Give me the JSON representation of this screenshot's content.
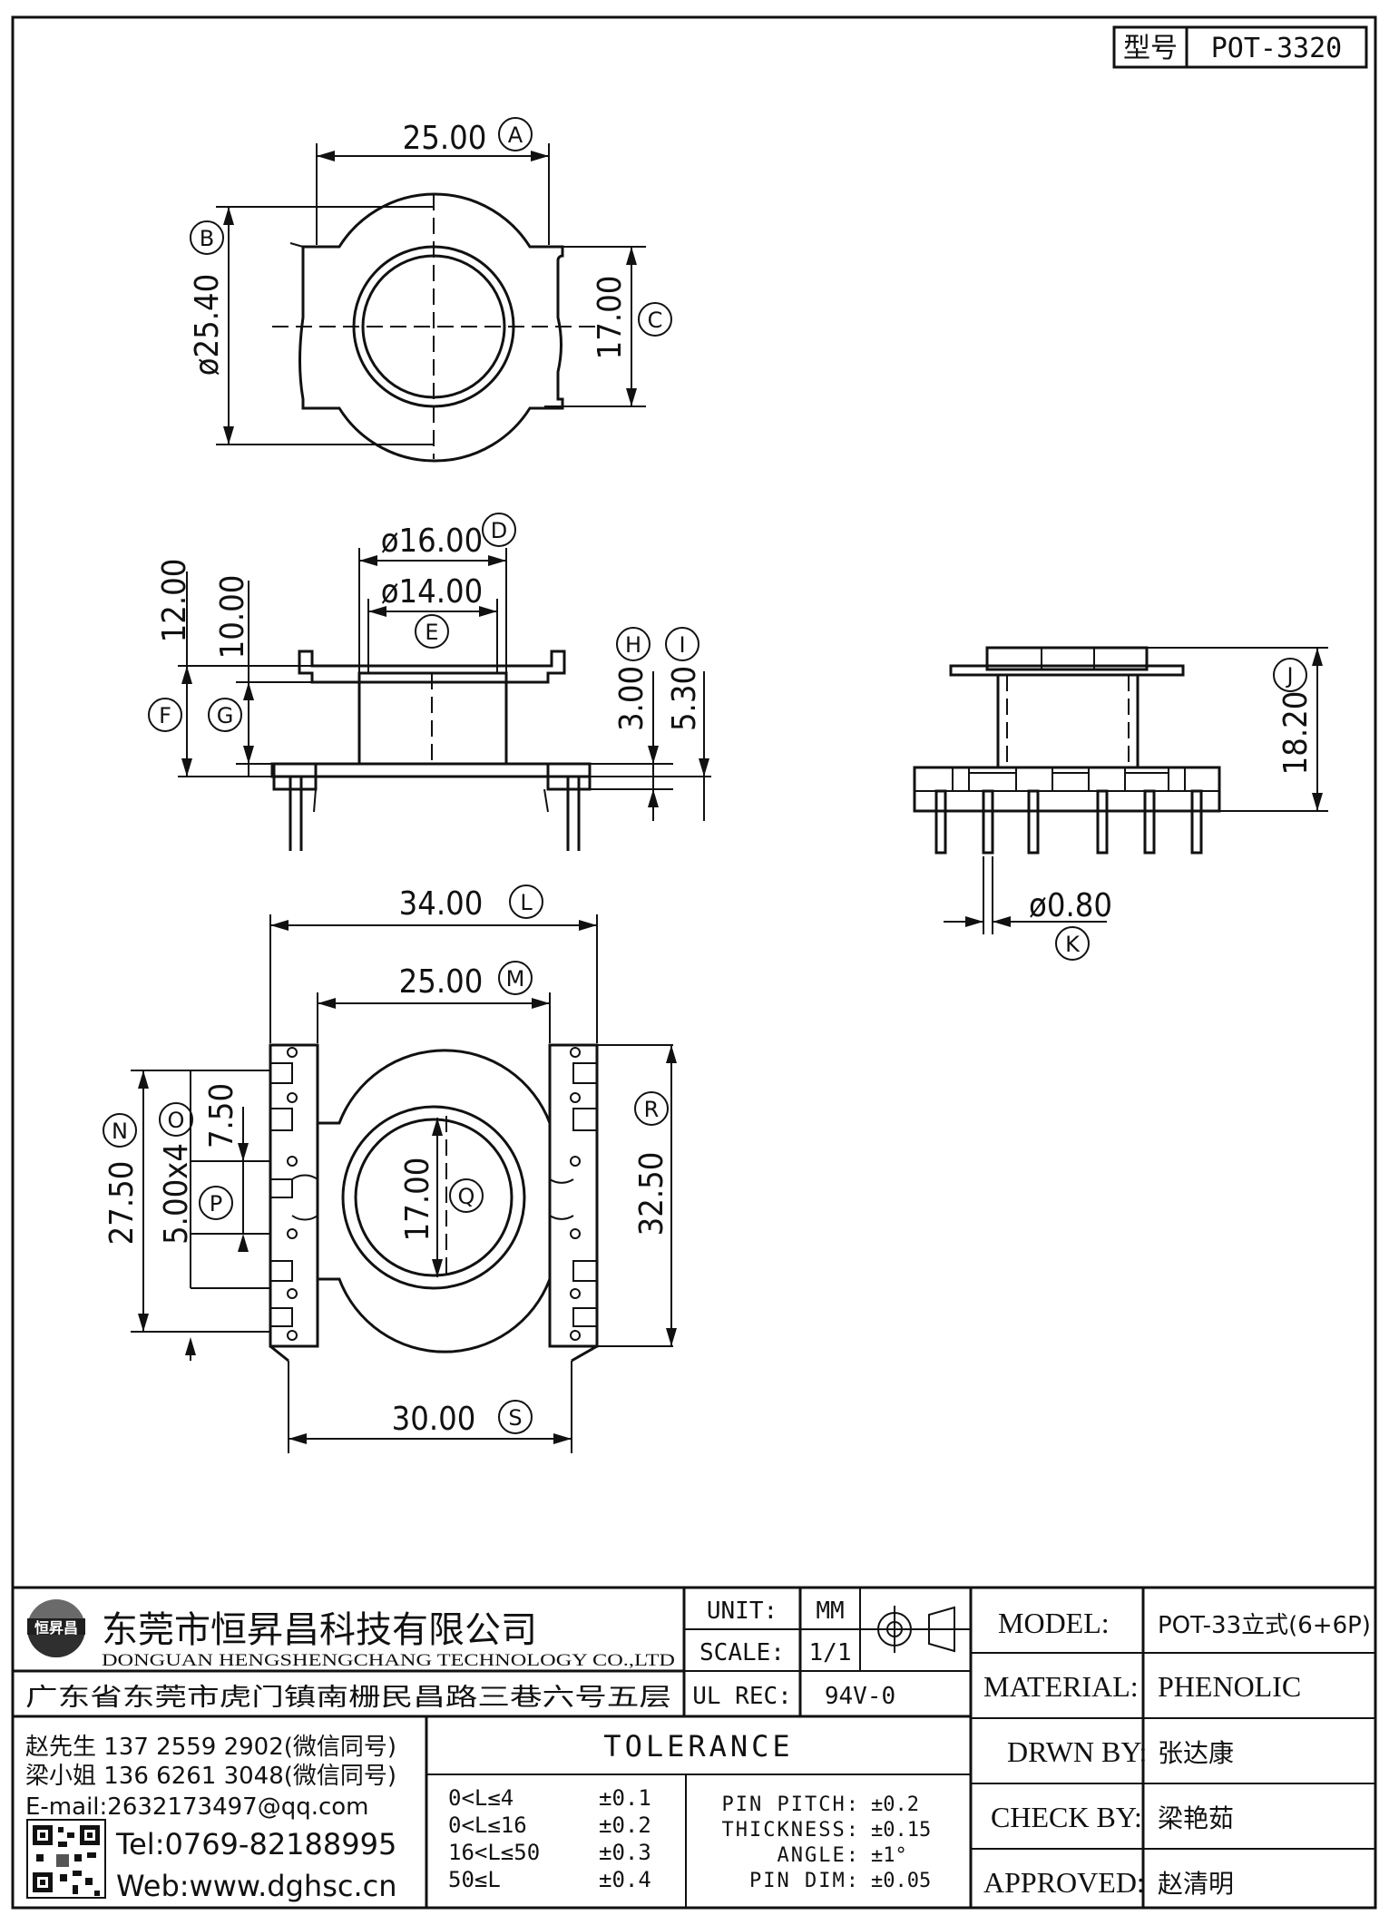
{
  "model_box": {
    "label": "型号",
    "value": "POT-3320"
  },
  "dimensions": {
    "A": "25.00",
    "B": "ø25.40",
    "C": "17.00",
    "D": "ø16.00",
    "E": "ø14.00",
    "F": "12.00",
    "G": "10.00",
    "H": "3.00",
    "I": "5.30",
    "J": "18.20",
    "K": "ø0.80",
    "L": "34.00",
    "M": "25.00",
    "N": "27.50",
    "O": "5.00x4",
    "P": "7.50",
    "Q": "17.00",
    "R": "32.50",
    "S": "30.00"
  },
  "callouts": [
    "A",
    "B",
    "C",
    "D",
    "E",
    "F",
    "G",
    "H",
    "I",
    "J",
    "K",
    "L",
    "M",
    "N",
    "O",
    "P",
    "Q",
    "R",
    "S"
  ],
  "company": {
    "name_cn": "东莞市恒昇昌科技有限公司",
    "name_en": "DONGUAN HENGSHENGCHANG TECHNOLOGY CO.,LTD",
    "address": "广东省东莞市虎门镇南栅民昌路三巷六号五层",
    "logo_text": "恒昇昌",
    "contact1": "赵先生 137 2559 2902(微信同号)",
    "contact2": "梁小姐 136 6261 3048(微信同号)",
    "email": "E-mail:2632173497@qq.com",
    "tel": "Tel:0769-82188995",
    "web": "Web:www.dghsc.cn"
  },
  "specs": {
    "unit_label": "UNIT:",
    "unit_value": "MM",
    "scale_label": "SCALE:",
    "scale_value": "1/1",
    "ulrec_label": "UL REC:",
    "ulrec_value": "94V-0"
  },
  "tolerance": {
    "title": "TOLERANCE",
    "ranges": [
      {
        "range": "0<L≤4",
        "tol": "±0.1"
      },
      {
        "range": "0<L≤16",
        "tol": "±0.2"
      },
      {
        "range": "16<L≤50",
        "tol": "±0.3"
      },
      {
        "range": "50≤L",
        "tol": "±0.4"
      }
    ],
    "extra": [
      {
        "label": "PIN PITCH:",
        "tol": "±0.2"
      },
      {
        "label": "THICKNESS:",
        "tol": "±0.15"
      },
      {
        "label": "ANGLE:",
        "tol": "±1°"
      },
      {
        "label": "PIN DIM:",
        "tol": "±0.05"
      }
    ]
  },
  "info": {
    "model_label": "MODEL:",
    "model_value": "POT-33立式(6+6P)",
    "material_label": "MATERIAL:",
    "material_value": "PHENOLIC",
    "drawn_label": "DRWN BY:",
    "drawn_value": "张达康",
    "check_label": "CHECK BY:",
    "check_value": "梁艳茹",
    "approved_label": "APPROVED:",
    "approved_value": "赵清明"
  }
}
